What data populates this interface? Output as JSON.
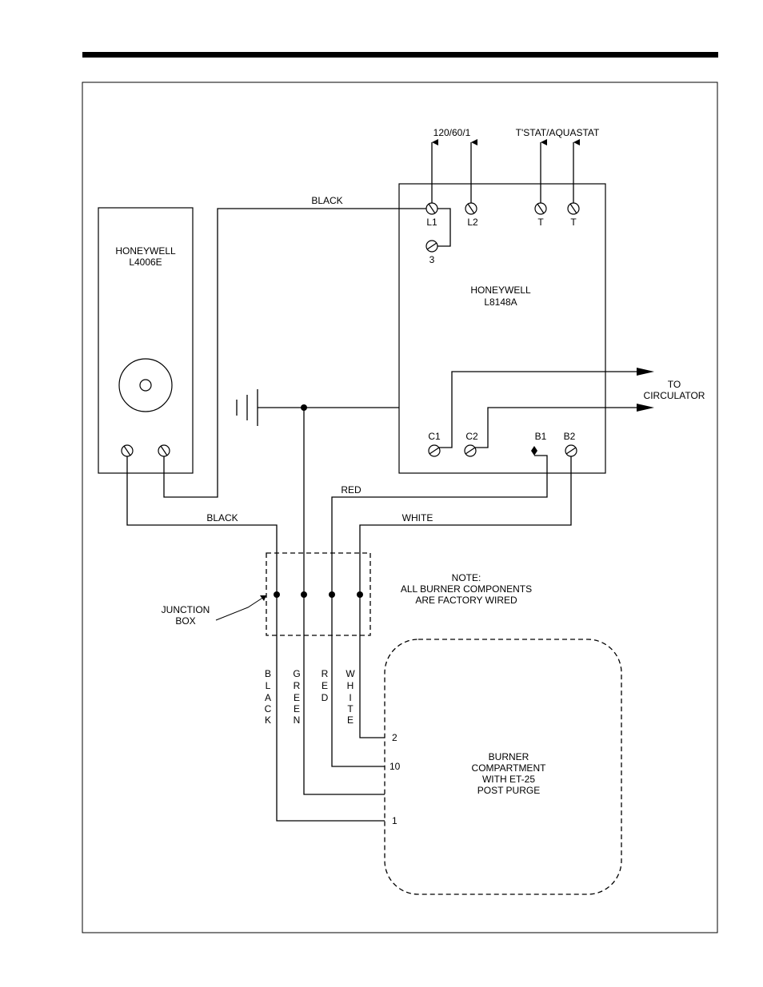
{
  "diagram": {
    "l4006e": {
      "line1": "HONEYWELL",
      "line2": "L4006E"
    },
    "l8148a": {
      "line1": "HONEYWELL",
      "line2": "L8148A"
    },
    "supply_label": "120/60/1",
    "tstat_label": "T'STAT/AQUASTAT",
    "terminals": {
      "L1": "L1",
      "L2": "L2",
      "T1": "T",
      "T2": "T",
      "t3": "3",
      "C1": "C1",
      "C2": "C2",
      "B1": "B1",
      "B2": "B2"
    },
    "to_circulator": {
      "line1": "TO",
      "line2": "CIRCULATOR"
    },
    "wires": {
      "black_top": "BLACK",
      "black_bottom": "BLACK",
      "red": "RED",
      "white": "WHITE"
    },
    "junction_box": {
      "line1": "JUNCTION",
      "line2": "BOX"
    },
    "note": {
      "line1": "NOTE:",
      "line2": "ALL BURNER COMPONENTS",
      "line3": "ARE FACTORY WIRED"
    },
    "vertical_labels": {
      "black": [
        "B",
        "L",
        "A",
        "C",
        "K"
      ],
      "green": [
        "G",
        "R",
        "E",
        "E",
        "N"
      ],
      "red": [
        "R",
        "E",
        "D"
      ],
      "white": [
        "W",
        "H",
        "I",
        "T",
        "E"
      ]
    },
    "burner": {
      "line1": "BURNER",
      "line2": "COMPARTMENT",
      "line3": "WITH ET-25",
      "line4": "POST PURGE",
      "pin2": "2",
      "pin10": "10",
      "pin1": "1"
    }
  }
}
